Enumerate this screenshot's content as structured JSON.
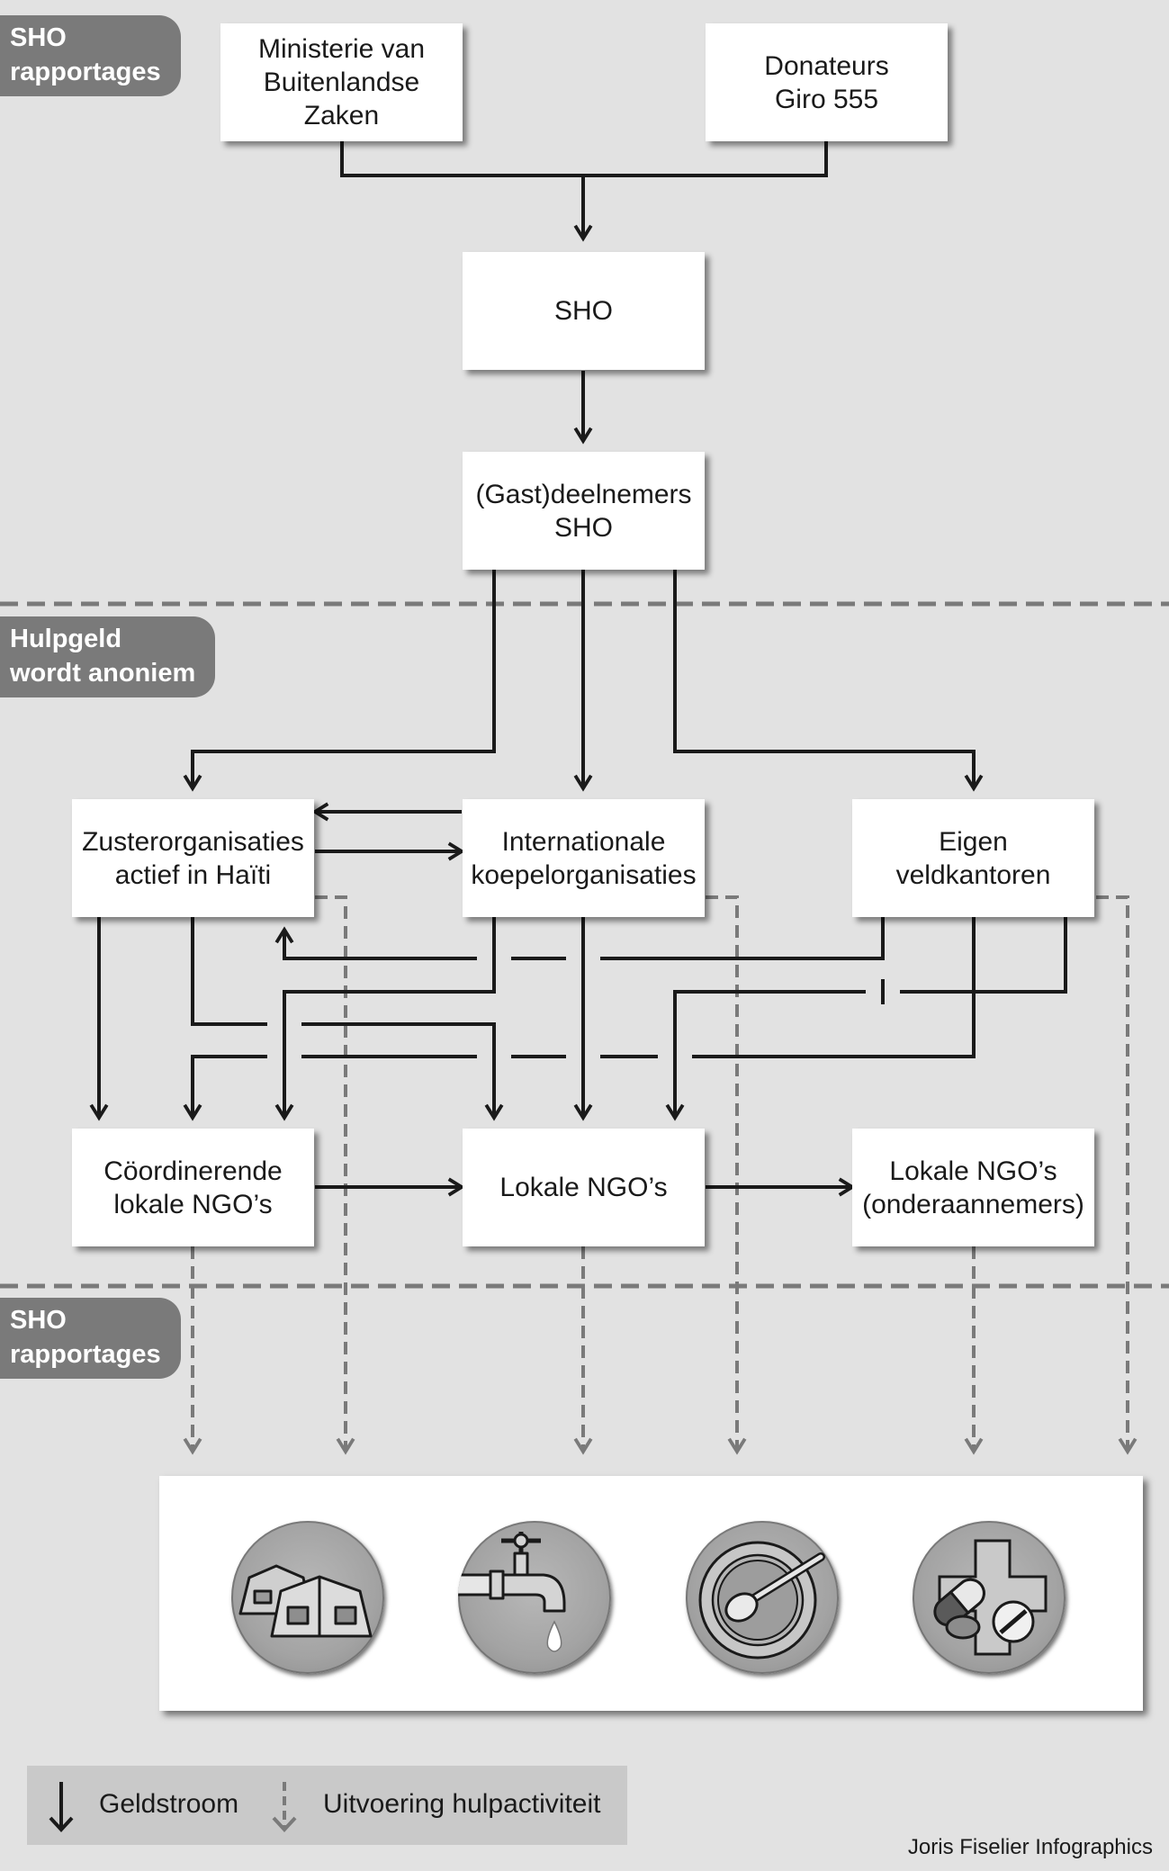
{
  "colors": {
    "background": "#e2e2e2",
    "box": "#ffffff",
    "solid_arrow": "#1a1a1a",
    "dashed_arrow": "#7a7a7a",
    "tag": "#7a7a7a",
    "legend_bg": "#c9c9c9"
  },
  "tags": {
    "top": "SHO\nrapportages",
    "middle": "Hulpgeld\nwordt anoniem",
    "bottom": "SHO\nrapportages"
  },
  "nodes": {
    "ministerie": "Ministerie van\nBuitenlandse\nZaken",
    "donateurs": "Donateurs\nGiro 555",
    "sho": "SHO",
    "deelnemers": "(Gast)deelnemers\nSHO",
    "zuster": "Zusterorganisaties\nactief in Haïti",
    "koepel": "Internationale\nkoepelorganisaties",
    "veld": "Eigen\nveldkantoren",
    "coord": "Cöordinerende\nlokale NGO’s",
    "lokaal": "Lokale NGO’s",
    "onder": "Lokale NGO’s\n(onderaannemers)"
  },
  "aid_icons": [
    "tents-icon",
    "water-tap-icon",
    "food-bowl-icon",
    "medicine-icon"
  ],
  "legend": {
    "money_flow": "Geldstroom",
    "aid_execution": "Uitvoering hulpactiviteit"
  },
  "credit": "Joris Fiselier Infographics"
}
